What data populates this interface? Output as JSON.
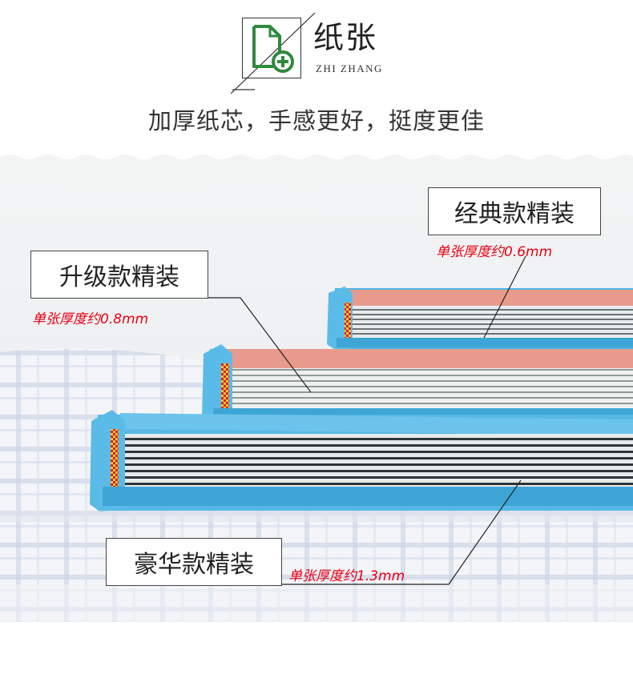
{
  "header": {
    "title_cn": "纸张",
    "title_en": "ZHI ZHANG",
    "subtitle": "加厚纸芯，手感更好，挺度更佳",
    "icon": "document-add-icon",
    "accent_color": "#2f8a3c"
  },
  "labels": {
    "classic": {
      "name": "经典款精装",
      "thickness": "单张厚度约0.6mm"
    },
    "upgrade": {
      "name": "升级款精装",
      "thickness": "单张厚度约0.8mm"
    },
    "luxury": {
      "name": "豪华款精装",
      "thickness": "单张厚度约1.3mm"
    }
  },
  "colors": {
    "label_text": "#222222",
    "thickness_text": "#e60012",
    "cover_blue": "#4fb3e3",
    "cover_pink": "#e89b8c"
  }
}
